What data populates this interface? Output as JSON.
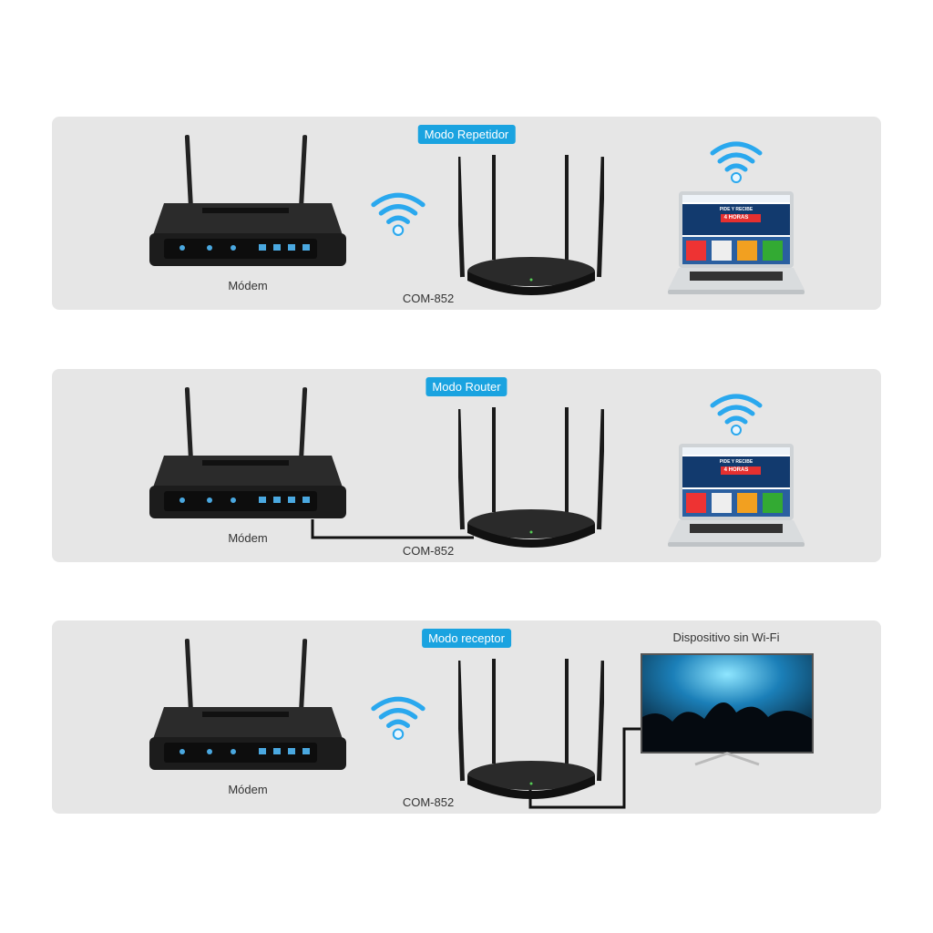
{
  "colors": {
    "accent": "#1aa3e0",
    "panel": "#e6e6e6",
    "device": "#1e1e1e"
  },
  "panels": [
    {
      "mode": "Modo Repetidor",
      "modem_label": "Módem",
      "router_label": "COM-852"
    },
    {
      "mode": "Modo Router",
      "modem_label": "Módem",
      "router_label": "COM-852"
    },
    {
      "mode": "Modo receptor",
      "modem_label": "Módem",
      "router_label": "COM-852",
      "device_label": "Dispositivo sin Wi-Fi"
    }
  ],
  "laptop_screen": {
    "promo_top": "PIDE Y RECIBE",
    "promo_bottom": "4 HORAS"
  }
}
